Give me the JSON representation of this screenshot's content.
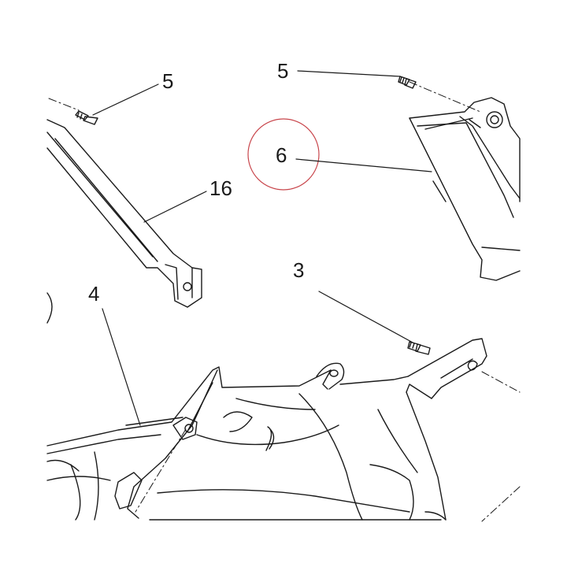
{
  "diagram": {
    "callouts": {
      "screw_left": "5",
      "screw_right": "5",
      "panel": "6",
      "bracket": "16",
      "screw_lower": "3",
      "cover": "4"
    },
    "colors": {
      "line": "#1a1a1a",
      "highlight_circle": "#c8454b",
      "background": "#ffffff"
    },
    "highlighted_callout": "6"
  }
}
